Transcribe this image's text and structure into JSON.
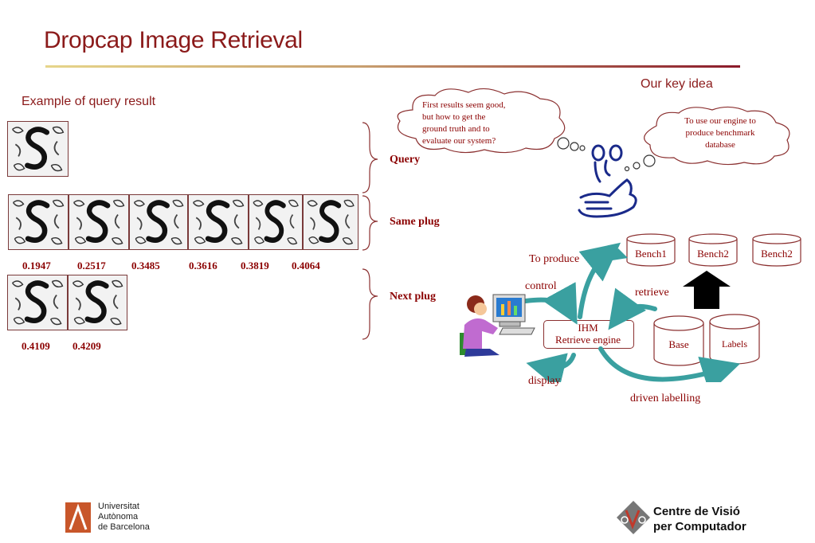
{
  "slide": {
    "title": "Dropcap Image Retrieval",
    "subtitle": "Example of query result",
    "key_idea": "Our key idea"
  },
  "results": {
    "row_labels": {
      "query": "Query",
      "same_plug": "Same plug",
      "next_plug": "Next plug"
    },
    "same_plug_scores": [
      "0.1947",
      "0.2517",
      "0.3485",
      "0.3616",
      "0.3819",
      "0.4064"
    ],
    "next_plug_scores": [
      "0.4109",
      "0.4209"
    ]
  },
  "diagram": {
    "thought_left": [
      "First results seem good,",
      "but how to get the",
      "ground truth and to",
      "evaluate our system?"
    ],
    "thought_right": [
      "To use our engine to",
      "produce benchmark",
      "database"
    ],
    "benches": [
      "Bench1",
      "Bench2",
      "Bench2"
    ],
    "to_produce": "To produce",
    "control": "control",
    "retrieve": "retrieve",
    "display": "display",
    "driven_labelling": "driven labelling",
    "ihm_line1": "IHM",
    "ihm_line2": "Retrieve engine",
    "base": "Base",
    "labels": "Labels"
  },
  "footer": {
    "uab_lines": [
      "Universitat",
      "Autònoma",
      "de Barcelona"
    ],
    "cvc_lines": [
      "Centre de Visió",
      "per Computador"
    ]
  },
  "colors": {
    "title": "#8b1a1a",
    "text": "#8b0000",
    "teal": "#3aa0a0"
  }
}
